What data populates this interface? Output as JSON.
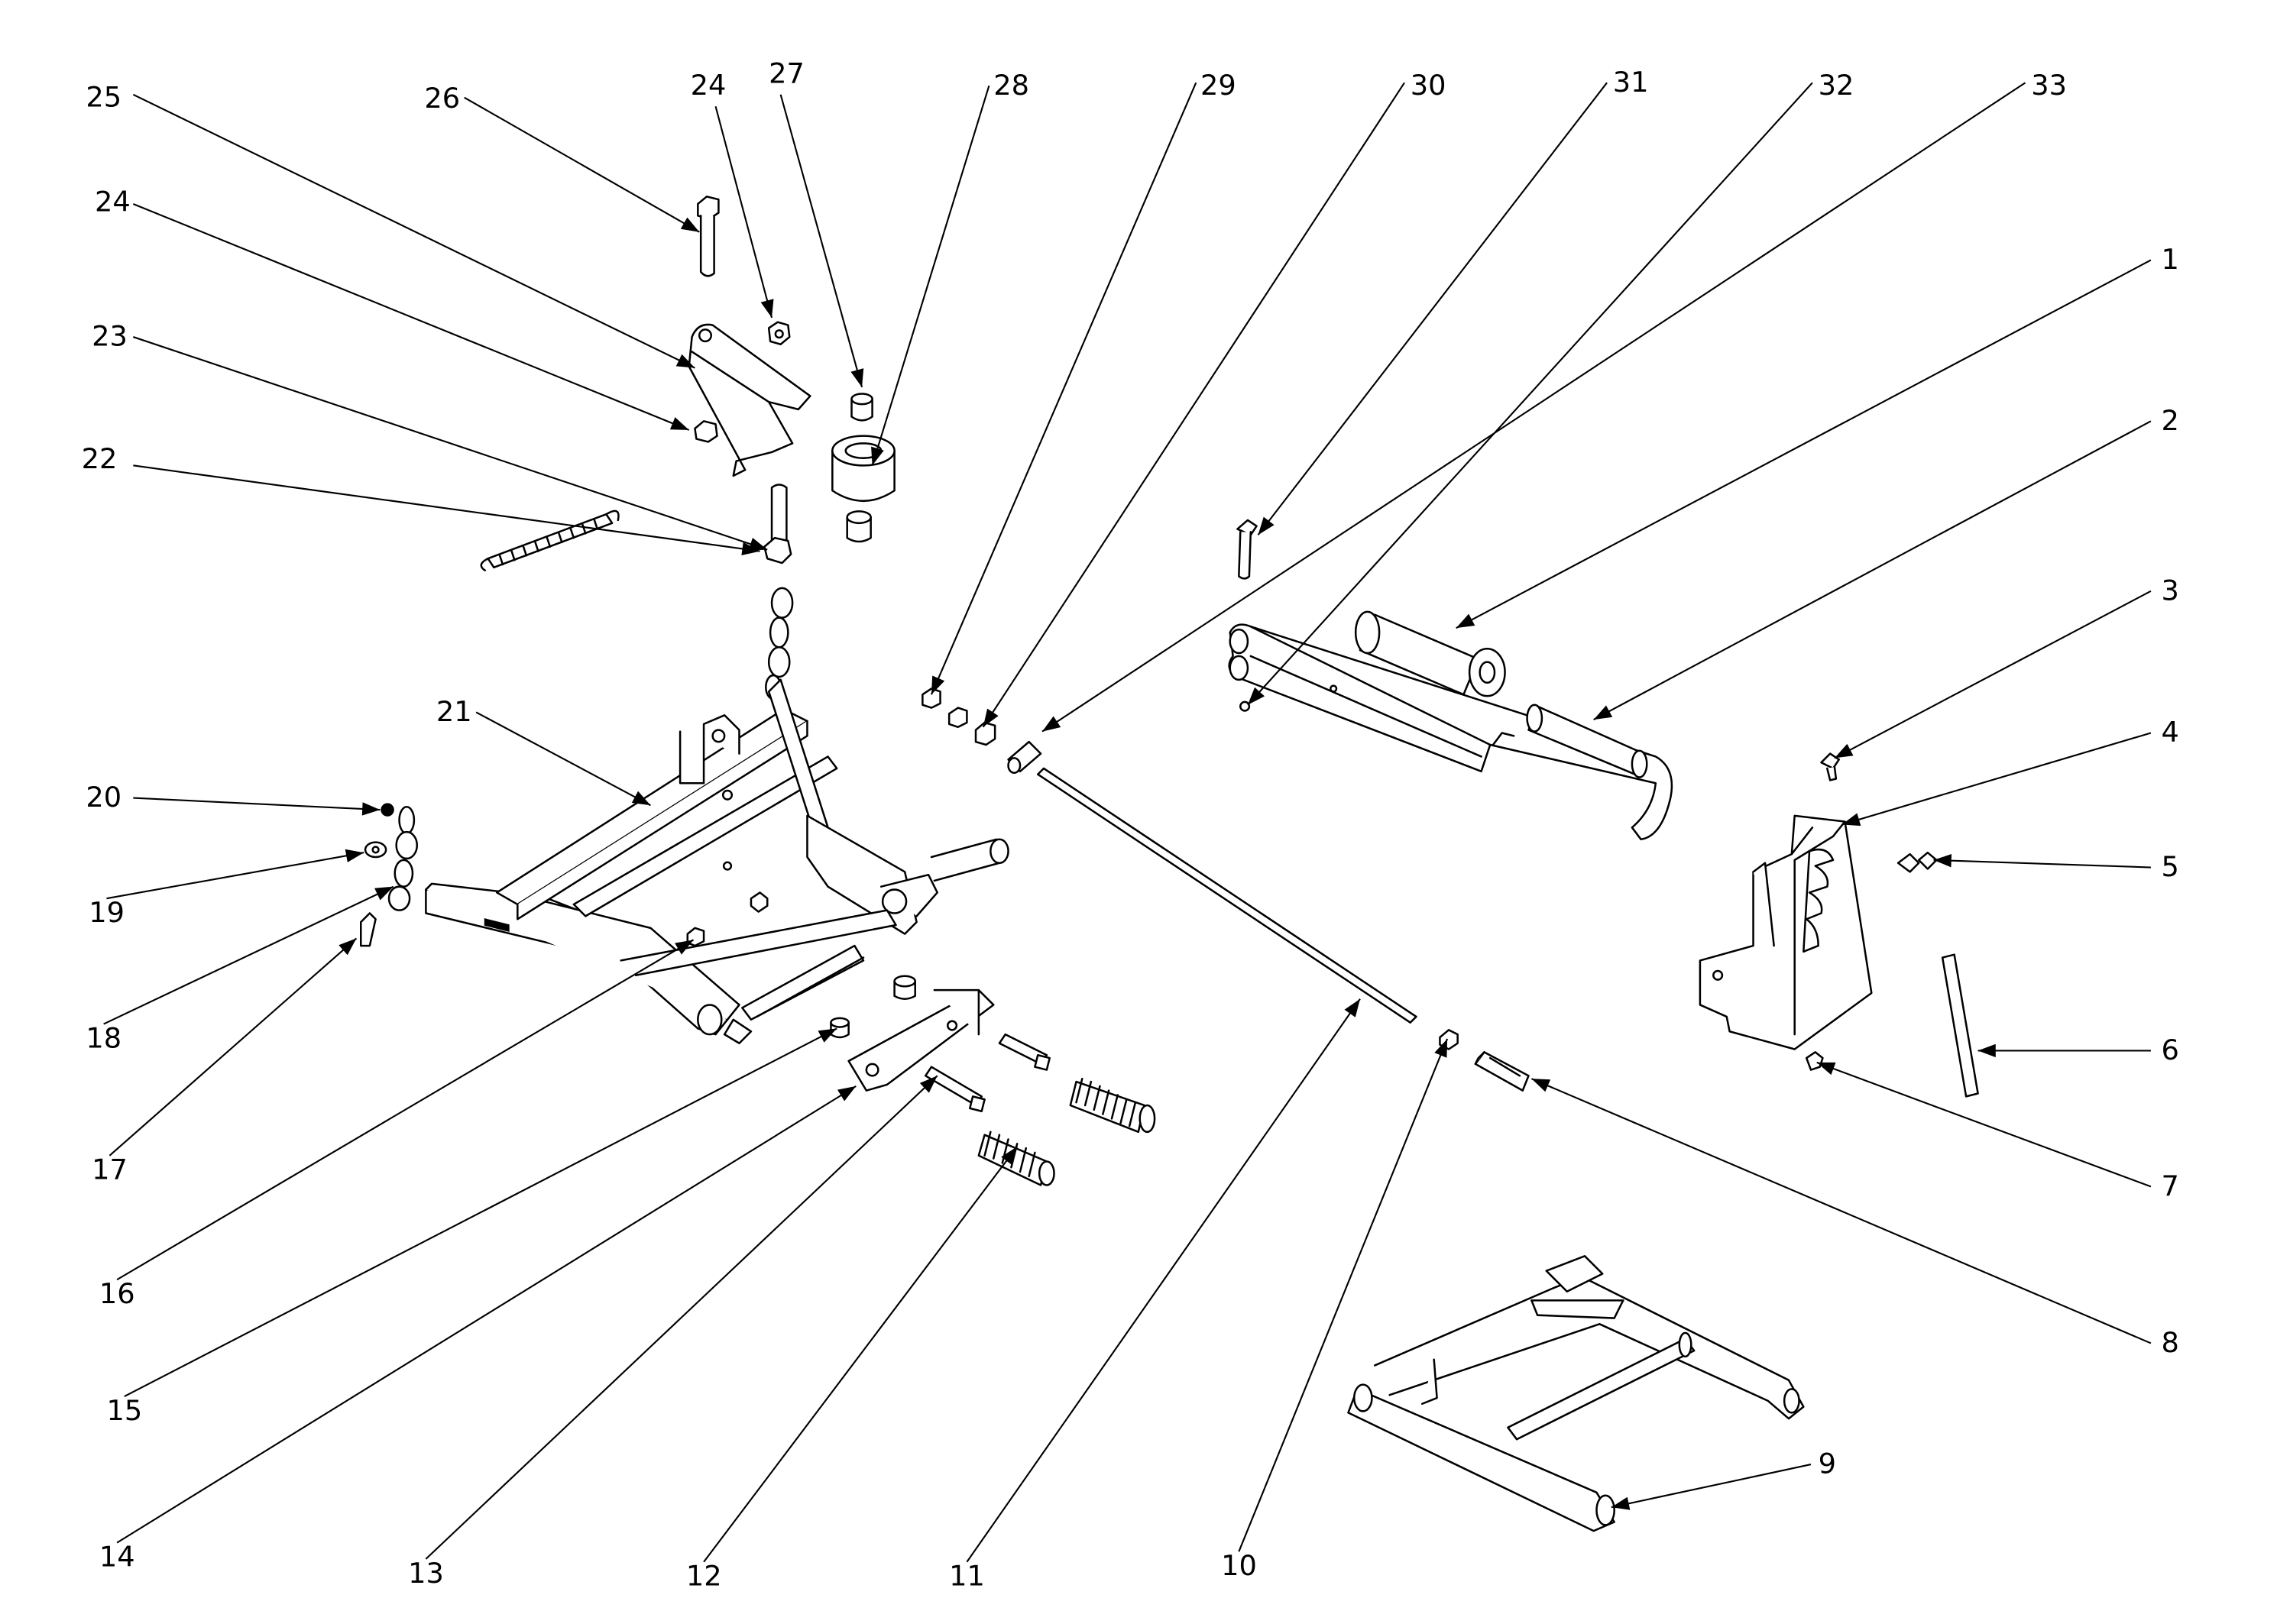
{
  "diagram": {
    "callouts": [
      {
        "label": "1"
      },
      {
        "label": "2"
      },
      {
        "label": "3"
      },
      {
        "label": "4"
      },
      {
        "label": "5"
      },
      {
        "label": "6"
      },
      {
        "label": "7"
      },
      {
        "label": "8"
      },
      {
        "label": "9"
      },
      {
        "label": "10"
      },
      {
        "label": "11"
      },
      {
        "label": "12"
      },
      {
        "label": "13"
      },
      {
        "label": "14"
      },
      {
        "label": "15"
      },
      {
        "label": "16"
      },
      {
        "label": "17"
      },
      {
        "label": "18"
      },
      {
        "label": "19"
      },
      {
        "label": "20"
      },
      {
        "label": "21"
      },
      {
        "label": "22"
      },
      {
        "label": "23"
      },
      {
        "label": "24"
      },
      {
        "label": "25"
      },
      {
        "label": "26"
      },
      {
        "label": "24"
      },
      {
        "label": "27"
      },
      {
        "label": "28"
      },
      {
        "label": "29"
      },
      {
        "label": "30"
      },
      {
        "label": "31"
      },
      {
        "label": "32"
      },
      {
        "label": "33"
      }
    ]
  }
}
